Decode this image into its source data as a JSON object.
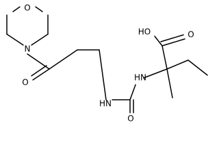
{
  "molecule": {
    "atoms": {
      "ring_oxygen": "O",
      "ring_nitrogen": "N",
      "amide_oxygen": "O",
      "urea_nh_left": "HN",
      "urea_oxygen": "O",
      "urea_nh_right": "HN",
      "acid_hydroxyl": "HO",
      "acid_oxygen": "O"
    }
  }
}
